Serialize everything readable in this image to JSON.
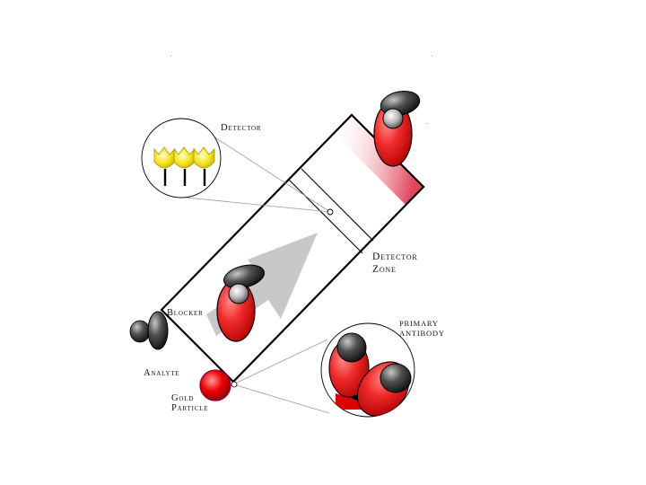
{
  "labels": {
    "detector": "Detector",
    "detector_zone_line1": "Detector",
    "detector_zone_line2": "Zone",
    "blocker": "Blocker",
    "analyte": "Analyte",
    "gold_particle_line1": "Gold",
    "gold_particle_line2": "Particle",
    "primary_antibody_line1": "Primary",
    "primary_antibody_line2": "Antibody"
  },
  "colors": {
    "antibody_red": "#e02020",
    "antigen_dark": "#202020",
    "gold_particle": "#e00000",
    "detector_yellow": "#f2e21c",
    "flow_arrow": "#c8c8c8",
    "strip_outline": "#000000"
  },
  "icons": {
    "flow_direction": "arrow-up-right-icon",
    "magnifier_detector": "magnifier-circle-icon",
    "magnifier_antibody": "magnifier-circle-icon"
  }
}
